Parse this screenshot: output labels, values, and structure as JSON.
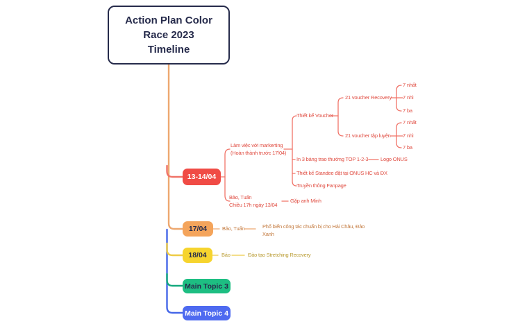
{
  "palette": {
    "navy": "#262b4b",
    "red-node": "#f04b45",
    "red-line": "#f07368",
    "red-text": "#e04c41",
    "orange-node": "#f4a45b",
    "orange-line": "#eda76f",
    "orange-text": "#c3793d",
    "yellow-node": "#f6d42e",
    "yellow-line": "#eecb45",
    "yellow-text": "#ba9c33",
    "green-node": "#1dbe82",
    "green-line": "#14a97e",
    "blue-node": "#4e6af0",
    "blue-line": "#4567e8"
  },
  "title": {
    "line1": "Action Plan Color",
    "line2": "Race 2023",
    "line3": "Timeline"
  },
  "branches": {
    "red": {
      "node": "13-14/04",
      "marketing": {
        "line1": "Làm việc với markerting",
        "line2": "(Hoàn thành trước 17/04)"
      },
      "voucher": "Thiết kế Voucher",
      "recovery": "21 voucher Recovery",
      "recovery_children": {
        "first": "7 nhất",
        "second": "7 nhì",
        "third": "7 ba"
      },
      "training": "21 voucher tập luyện",
      "training_children": {
        "first": "7 nhất",
        "second": "7 nhì",
        "third": "7 ba"
      },
      "print_boards": "In 3 bảng trao thưởng TOP 1-2-3",
      "logo": "Logo ONUS",
      "standee": "Thiết kế Standee đặt tại ONUS HC và ĐX",
      "fanpage": "Truyền thông Fanpage",
      "meeting": {
        "line1": "Bảo, Tuấn",
        "line2": "Chiều 17h ngày 13/04"
      },
      "meet_minh": "Gặp anh Minh"
    },
    "orange": {
      "node": "17/04",
      "who": "Bảo, Tuấn",
      "task": {
        "line1": "Phổ biến công tác chuẩn bị cho Hải Châu, Đảo",
        "line2": "Xanh"
      }
    },
    "yellow": {
      "node": "18/04",
      "who": "Bảo",
      "task": "Đào tạo Stretching Recovery"
    },
    "green": {
      "node": "Main Topic 3"
    },
    "blue": {
      "node": "Main Topic 4"
    }
  }
}
